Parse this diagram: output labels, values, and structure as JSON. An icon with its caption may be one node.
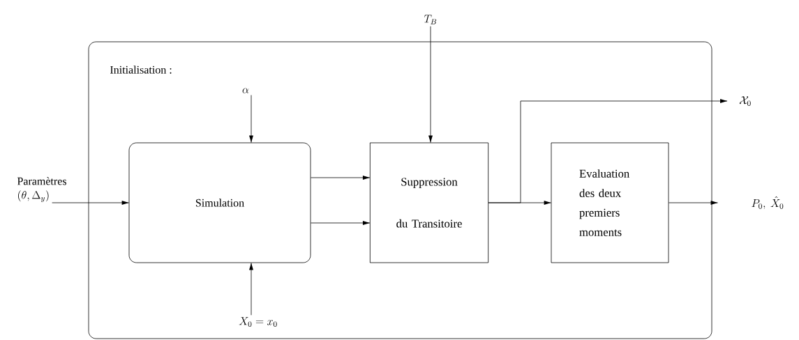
{
  "diagram": {
    "nodes": [
      {
        "text": [
          "Initialisation :"
        ]
      },
      {
        "text": [
          "Simulation"
        ],
        "in": 0
      },
      {
        "text": [
          "Suppression du Transitoire"
        ],
        "in": 0
      },
      {
        "text": [
          "Evaluation des deux premiers moments"
        ],
        "in": 0
      },
      {
        "text": [
          "Paramètres",
          "(\\theta, \\Delta_y)"
        ]
      },
      {
        "text": [
          "\\alpha"
        ],
        "in": 0
      },
      {
        "text": [
          "X_0 = x_0"
        ],
        "in": 0
      },
      {
        "text": [
          "T_B"
        ]
      },
      {
        "text": [
          "\\mathcal{X}_0"
        ]
      },
      {
        "text": [
          "P_0,\\ \\hat{X}_0"
        ]
      }
    ],
    "edges": [
      {
        "from": 4,
        "to": 1,
        "arrow": "to"
      },
      {
        "from": 5,
        "to": 1,
        "arrow": "to"
      },
      {
        "from": 6,
        "to": 1,
        "arrow": "to"
      },
      {
        "from": 1,
        "to": 2,
        "arrow": "to"
      },
      {
        "from": 1,
        "to": 2,
        "arrow": "to"
      },
      {
        "from": 7,
        "to": 2,
        "arrow": "to"
      },
      {
        "from": 2,
        "to": 3,
        "arrow": "to"
      },
      {
        "from": 2,
        "to": 8,
        "arrow": "to"
      },
      {
        "from": 3,
        "to": 9,
        "arrow": "to"
      }
    ]
  }
}
